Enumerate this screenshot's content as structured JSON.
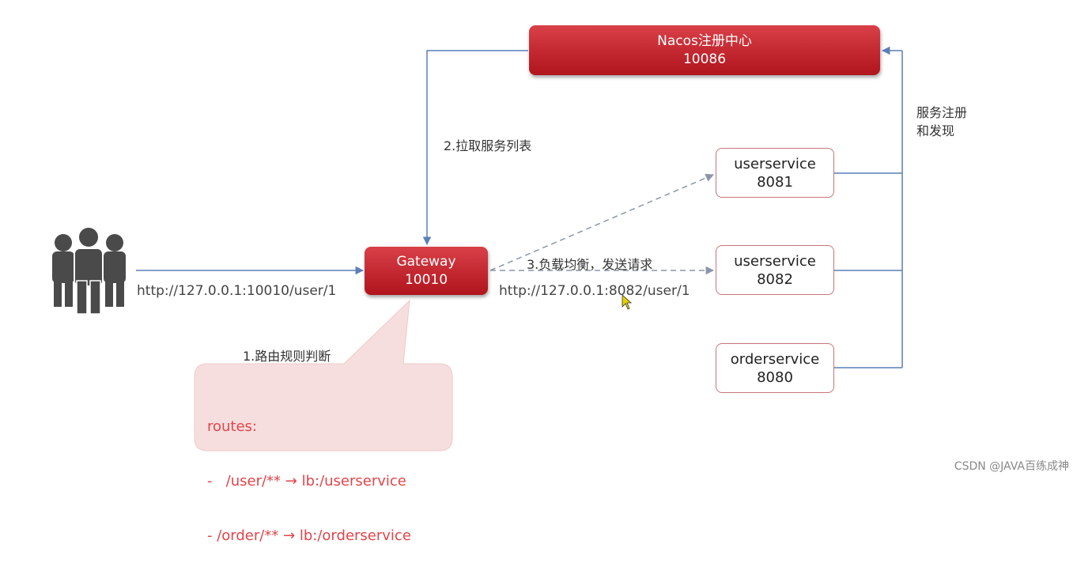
{
  "nacos": {
    "name": "Nacos注册中心",
    "port": "10086"
  },
  "gateway": {
    "name": "Gateway",
    "port": "10010"
  },
  "services": [
    {
      "name": "userservice",
      "port": "8081"
    },
    {
      "name": "userservice",
      "port": "8082"
    },
    {
      "name": "orderservice",
      "port": "8080"
    }
  ],
  "labels": {
    "pull_list": "2.拉取服务列表",
    "register_line1": "服务注册",
    "register_line2": "和发现",
    "client_url": "http://127.0.0.1:10010/user/1",
    "load_balance": "3.负载均衡，发送请求",
    "service_url": "http://127.0.0.1:8082/user/1",
    "route_judge": "1.路由规则判断"
  },
  "routes": {
    "title": "routes:",
    "rule1": "-   /user/** → lb:/userservice",
    "rule2": "- /order/** → lb:/orderservice"
  },
  "watermark": "CSDN @JAVA百练成神",
  "colors": {
    "red_box": "#c0262e",
    "line_blue": "#5b7fb8",
    "dashed_gray": "#8a96a8",
    "callout_fill": "#f6dede",
    "routes_text": "#e0454a"
  }
}
